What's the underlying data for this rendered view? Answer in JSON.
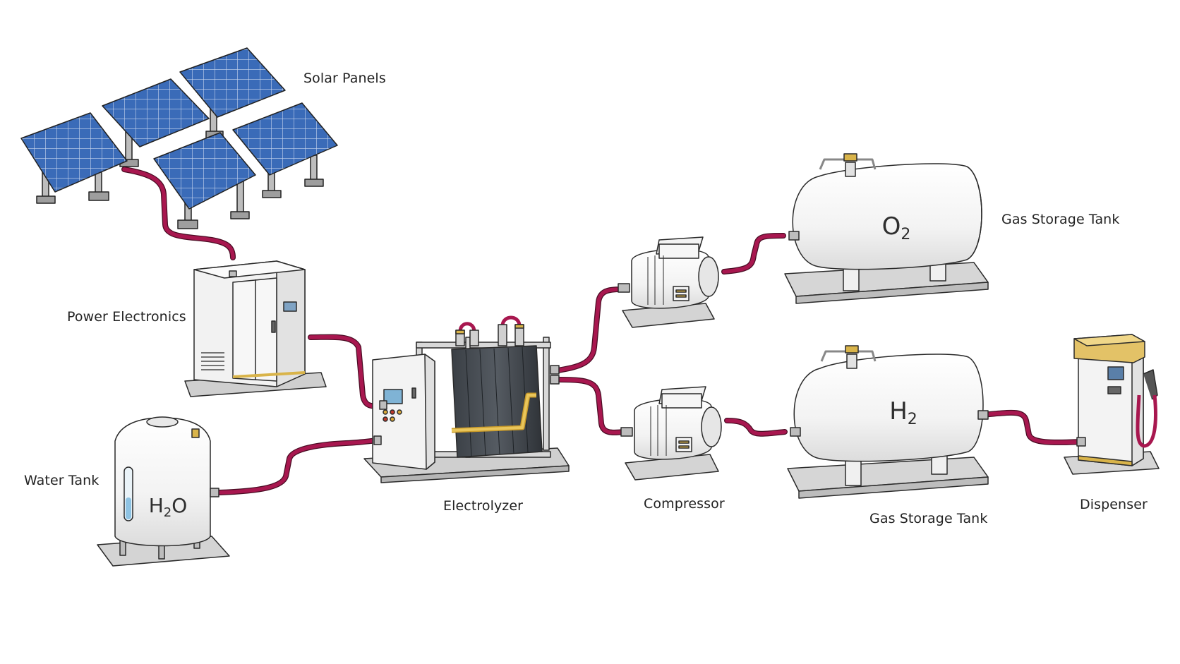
{
  "labels": {
    "solar_panels": "Solar Panels",
    "power_electronics": "Power Electronics",
    "water_tank": "Water Tank",
    "electrolyzer": "Electrolyzer",
    "compressor": "Compressor",
    "o2_tank": "Gas Storage Tank",
    "h2_tank": "Gas Storage Tank",
    "dispenser": "Dispenser"
  },
  "markings": {
    "water": {
      "main": "H",
      "sub": "2",
      "tail": "O"
    },
    "oxygen": {
      "main": "O",
      "sub": "2"
    },
    "hydrogen": {
      "main": "H",
      "sub": "2"
    }
  },
  "colors": {
    "pipe": "#a8174f",
    "pipe_outline": "#4a0d24",
    "panel": "#3564b0",
    "equipment": "#f4f4f4",
    "gold_trim": "#d9b44a",
    "base": "#d6d6d6"
  },
  "icons": {
    "solar_panels": "solar-panel-icon",
    "power_electronics": "cabinet-icon",
    "water_tank": "tank-icon",
    "electrolyzer": "electrolyzer-icon",
    "compressor": "motor-icon",
    "gas_tank": "pressure-vessel-icon",
    "dispenser": "fuel-pump-icon"
  }
}
